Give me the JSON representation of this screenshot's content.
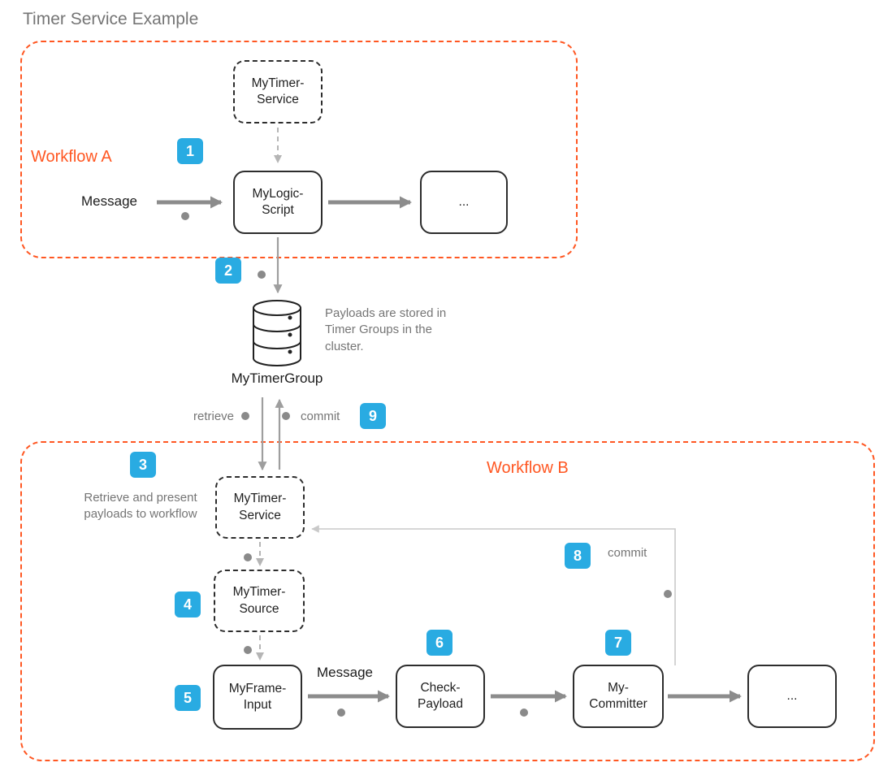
{
  "title": "Timer Service Example",
  "workflow_a": {
    "label": "Workflow A",
    "message_label": "Message",
    "nodes": {
      "timer_service": "MyTimer-Service",
      "logic_script": "MyLogic-Script",
      "continuation": "..."
    }
  },
  "storage": {
    "annotation": "Payloads are stored in Timer Groups in the cluster.",
    "group_label": "MyTimerGroup",
    "retrieve_label": "retrieve",
    "commit_label": "commit"
  },
  "workflow_b": {
    "label": "Workflow B",
    "annotation": "Retrieve and present payloads to workflow",
    "message_label": "Message",
    "commit_label": "commit",
    "nodes": {
      "timer_service": "MyTimer-Service",
      "timer_source": "MyTimer-Source",
      "frame_input": "MyFrame-Input",
      "check_payload": "Check-Payload",
      "committer": "My-Committer",
      "continuation": "..."
    }
  },
  "badges": {
    "b1": "1",
    "b2": "2",
    "b3": "3",
    "b4": "4",
    "b5": "5",
    "b6": "6",
    "b7": "7",
    "b8": "8",
    "b9": "9"
  },
  "icons": {
    "storage": "database-icon"
  },
  "colors": {
    "workflow_border": "#FF5722",
    "workflow_label": "#FF5722",
    "badge_blue": "#29ABE2",
    "arrow_gray": "#8C8C8C",
    "muted_text": "#757575",
    "node_border": "#2D2D2D"
  }
}
